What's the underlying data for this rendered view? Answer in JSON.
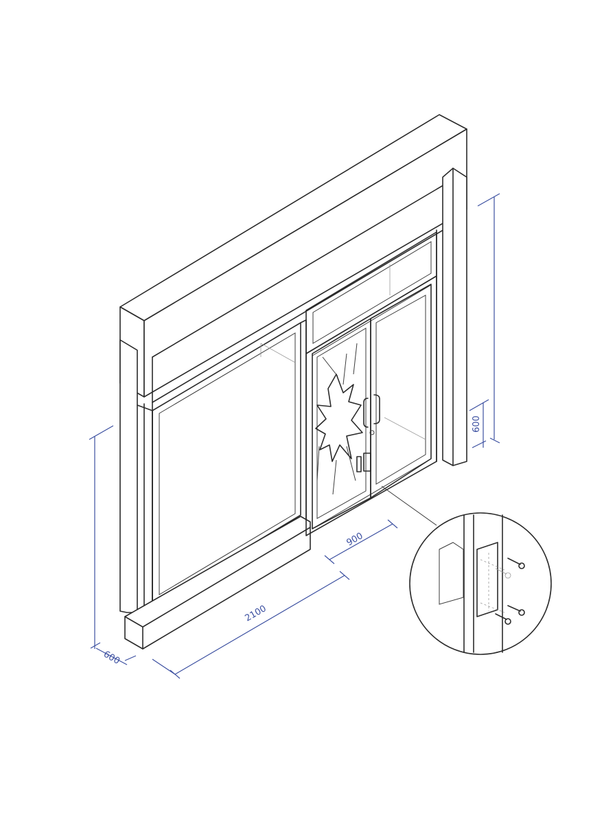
{
  "colors": {
    "line": "#2a2a2a",
    "dimension": "#3b4fa0",
    "background": "#ffffff"
  },
  "dimensions": {
    "total_width": "2100",
    "door_width": "900",
    "left_depth": "600",
    "right_height": "600"
  },
  "detail": {
    "fasteners": 4
  }
}
